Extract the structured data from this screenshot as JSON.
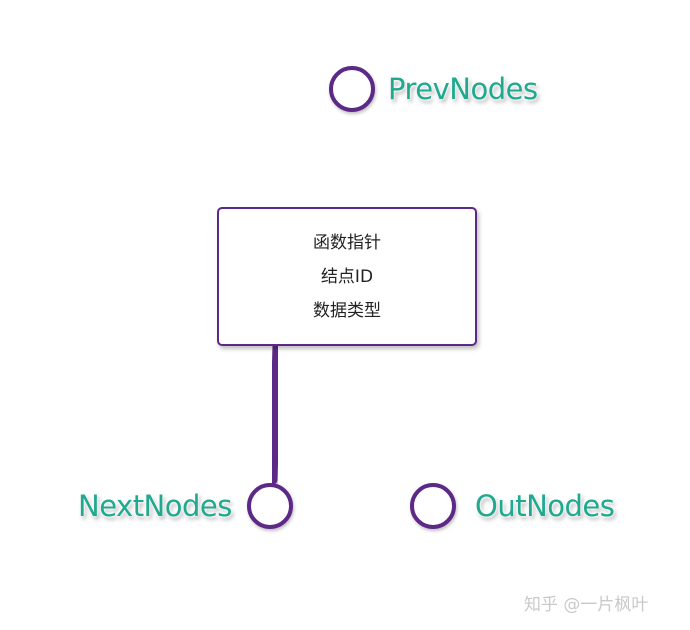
{
  "diagram": {
    "colors": {
      "connector": "#5b2a86",
      "label": "#1fa98e",
      "box_border": "#5b2a86"
    },
    "node": {
      "fields": [
        "函数指针",
        "结点ID",
        "数据类型"
      ]
    },
    "ports": {
      "prev": "PrevNodes",
      "next": "NextNodes",
      "out": "OutNodes"
    }
  },
  "watermark": "知乎 @一片枫叶"
}
